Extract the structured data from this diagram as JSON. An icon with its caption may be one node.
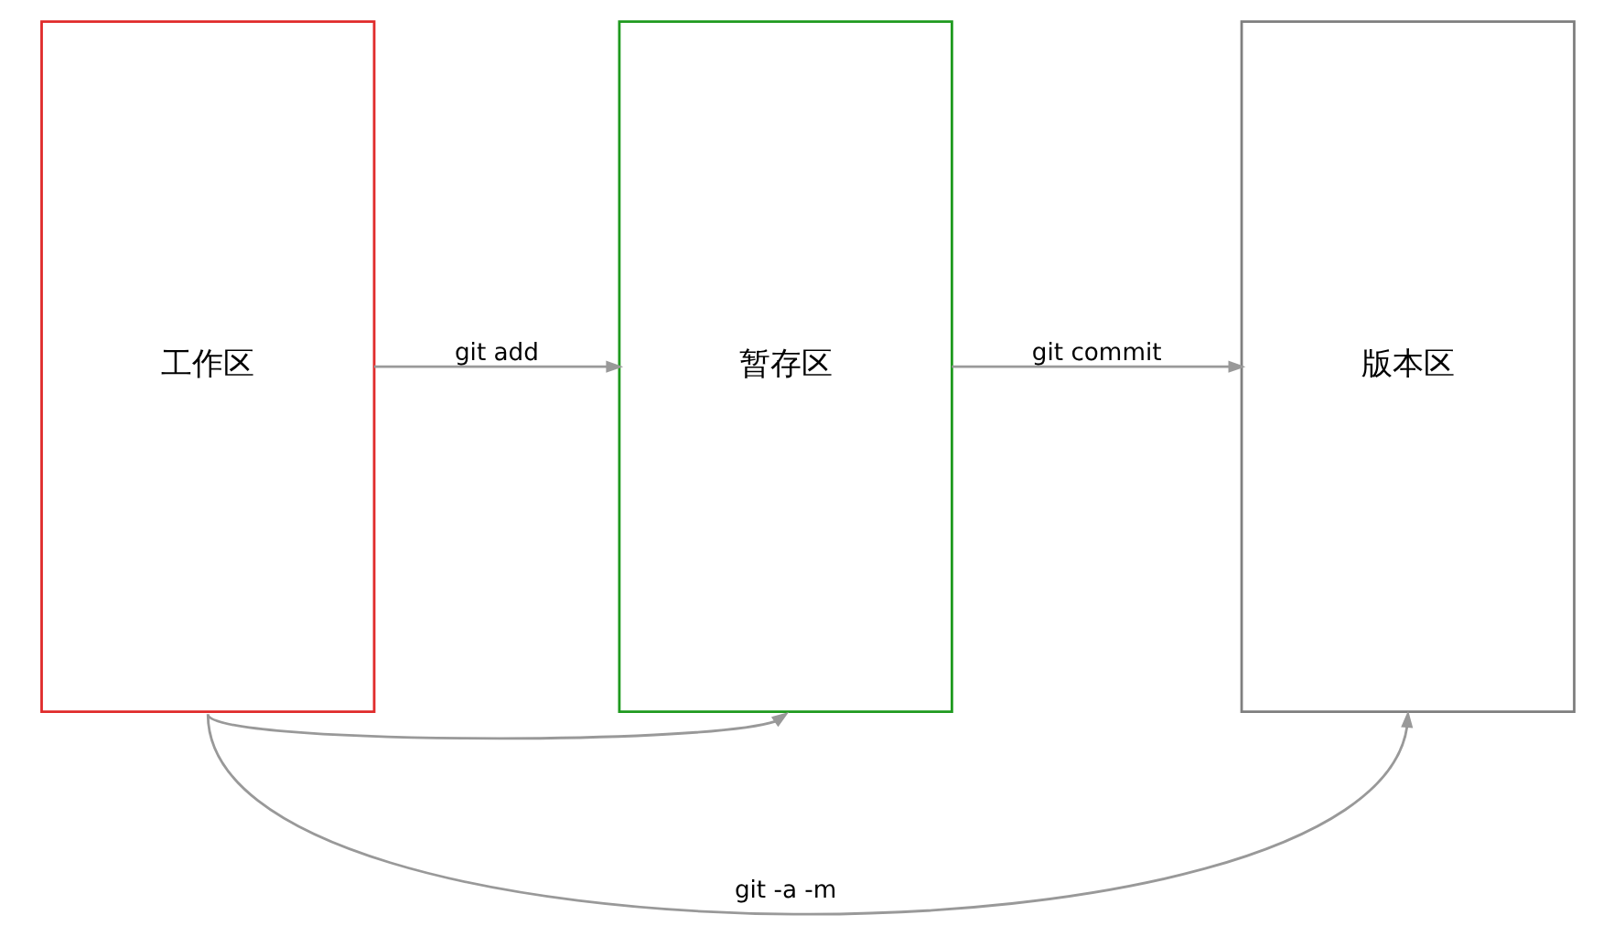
{
  "diagram": {
    "nodes": [
      {
        "text": [
          "工作区"
        ]
      },
      {
        "text": [
          "暂存区"
        ]
      },
      {
        "text": [
          "版本区"
        ]
      }
    ],
    "edges": [
      {
        "from": 0,
        "to": 1,
        "arrow": "to",
        "label": "git add"
      },
      {
        "from": 1,
        "to": 2,
        "arrow": "to",
        "label": "git commit"
      },
      {
        "from": 0,
        "to": 1,
        "arrow": "to"
      },
      {
        "from": 0,
        "to": 2,
        "arrow": "to",
        "label": "git -a -m"
      }
    ]
  }
}
